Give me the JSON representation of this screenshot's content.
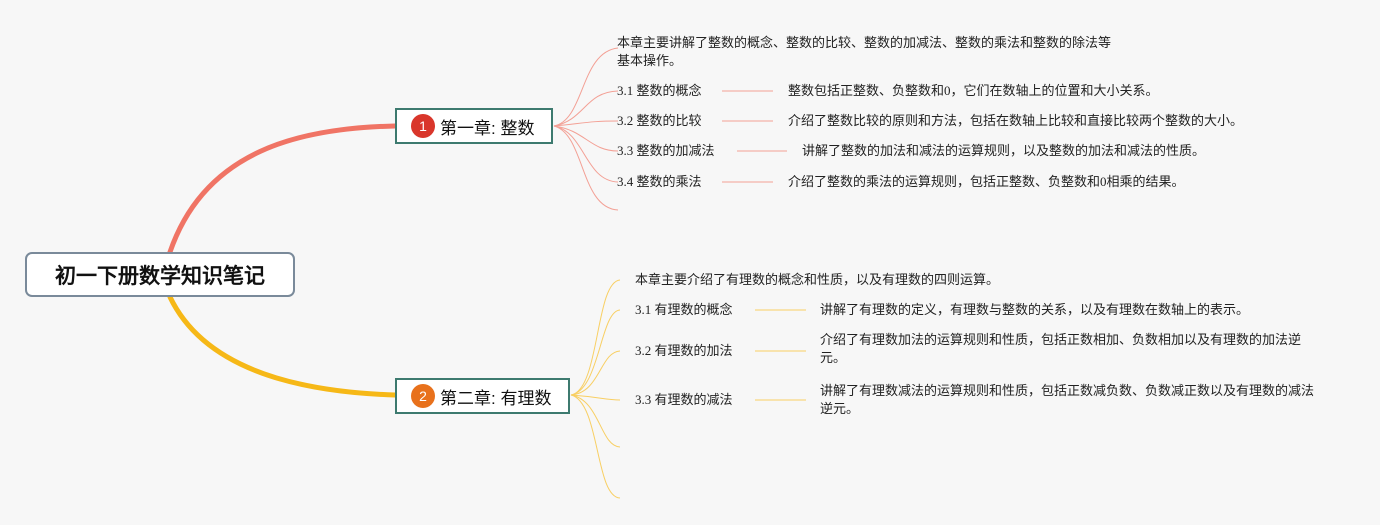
{
  "root": {
    "title": "初一下册数学知识笔记"
  },
  "chapters": [
    {
      "number": "1",
      "title": "第一章: 整数",
      "color": "#f07465",
      "badge_color": "#d9362b",
      "summary": "本章主要讲解了整数的概念、整数的比较、整数的加减法、整数的乘法和整数的除法等基本操作。",
      "sections": [
        {
          "label": "3.1 整数的概念",
          "detail": "整数包括正整数、负整数和0，它们在数轴上的位置和大小关系。"
        },
        {
          "label": "3.2 整数的比较",
          "detail": "介绍了整数比较的原则和方法，包括在数轴上比较和直接比较两个整数的大小。"
        },
        {
          "label": "3.3 整数的加减法",
          "detail": "讲解了整数的加法和减法的运算规则，以及整数的加法和减法的性质。"
        },
        {
          "label": "3.4 整数的乘法",
          "detail": "介绍了整数的乘法的运算规则，包括正整数、负整数和0相乘的结果。"
        }
      ]
    },
    {
      "number": "2",
      "title": "第二章: 有理数",
      "color": "#f6b817",
      "badge_color": "#e8711c",
      "summary": "本章主要介绍了有理数的概念和性质，以及有理数的四则运算。",
      "sections": [
        {
          "label": "3.1 有理数的概念",
          "detail": "讲解了有理数的定义，有理数与整数的关系，以及有理数在数轴上的表示。"
        },
        {
          "label": "3.2 有理数的加法",
          "detail": "介绍了有理数加法的运算规则和性质，包括正数相加、负数相加以及有理数的加法逆元。"
        },
        {
          "label": "3.3 有理数的减法",
          "detail": "讲解了有理数减法的运算规则和性质，包括正数减负数、负数减正数以及有理数的减法逆元。"
        }
      ]
    }
  ]
}
